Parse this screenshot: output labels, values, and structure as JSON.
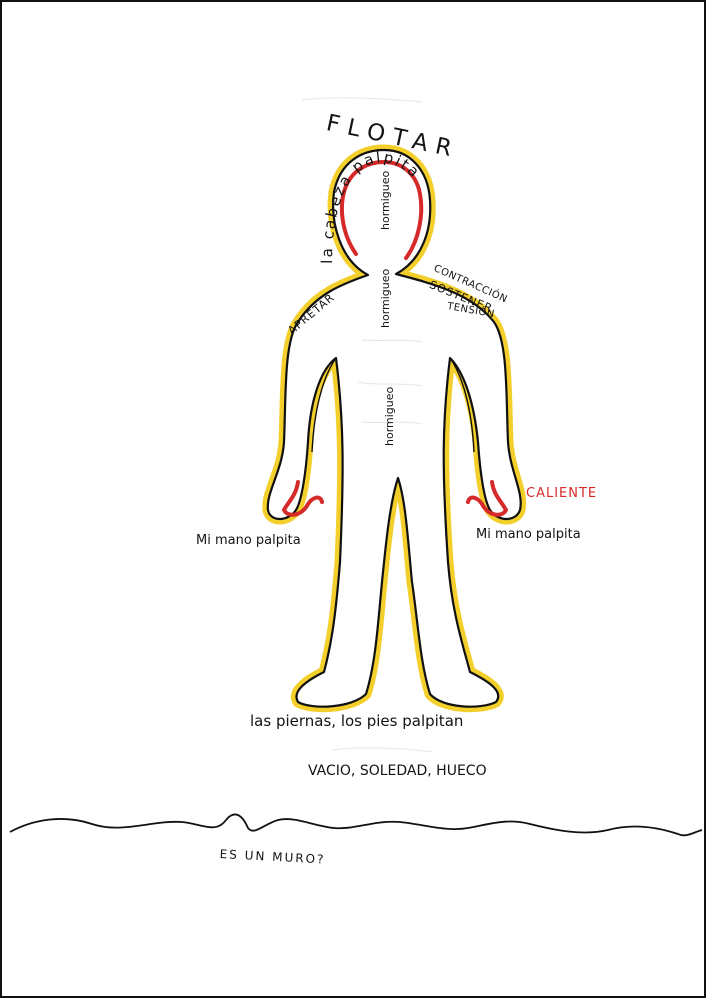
{
  "drawing": {
    "head": {
      "top_word": "FLOTAR",
      "arc_text": "la cabeza palpita"
    },
    "torso": {
      "neck_word": "hormigueo",
      "chest_word": "hormigueo",
      "belly_word": "hormigueo"
    },
    "left_shoulder": "APRETAR",
    "right_shoulder": {
      "line1": "CONTRACCIÓN",
      "line2": "SOSTENER",
      "line3": "TENSIÓN"
    },
    "left_hand": "Mi mano palpita",
    "right_hand": "Mi mano palpita",
    "right_hand_temp": "CALIENTE",
    "legs": "las piernas, los pies palpitan",
    "feeling": "VACIO, SOLEDAD, HUECO",
    "question": "ES UN MURO?"
  },
  "colors": {
    "outline": "#111111",
    "yellow": "#f3cf2b",
    "red": "#d62a2a",
    "page": "#ffffff"
  }
}
